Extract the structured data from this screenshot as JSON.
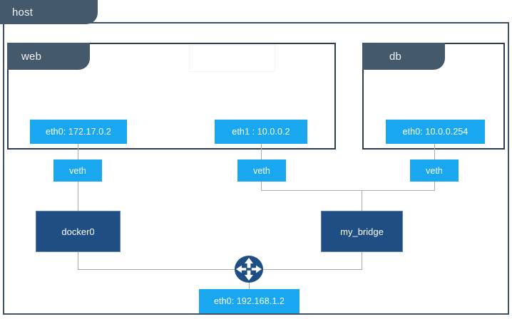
{
  "diagram": {
    "title": "host",
    "host": {
      "label": "host"
    },
    "containers": [
      {
        "name": "web",
        "label": "web"
      },
      {
        "name": "db",
        "label": "db"
      }
    ],
    "interfaces": [
      {
        "name": "eth0-web",
        "label": "eth0: 172.17.0.2",
        "owner": "web"
      },
      {
        "name": "eth1-web",
        "label": "eth1 : 10.0.0.2",
        "owner": "web"
      },
      {
        "name": "eth0-db",
        "label": "eth0: 10.0.0.254",
        "owner": "db"
      },
      {
        "name": "eth0-host",
        "label": "eth0: 192.168.1.2",
        "owner": "host"
      }
    ],
    "veths": [
      {
        "name": "veth-web-0",
        "label": "veth"
      },
      {
        "name": "veth-web-1",
        "label": "veth"
      },
      {
        "name": "veth-db-0",
        "label": "veth"
      }
    ],
    "bridges": [
      {
        "name": "docker0",
        "label": "docker0"
      },
      {
        "name": "my_bridge",
        "label": "my_bridge"
      }
    ],
    "router": {
      "name": "router",
      "icon": "router-icon"
    },
    "colors": {
      "slate_header": "#45596d",
      "container_border": "#2b3d50",
      "interface_blue": "#19a8f0",
      "bridge_navy": "#1f4e85",
      "line_gray": "#a9a9a9",
      "background": "#ffffff"
    }
  }
}
